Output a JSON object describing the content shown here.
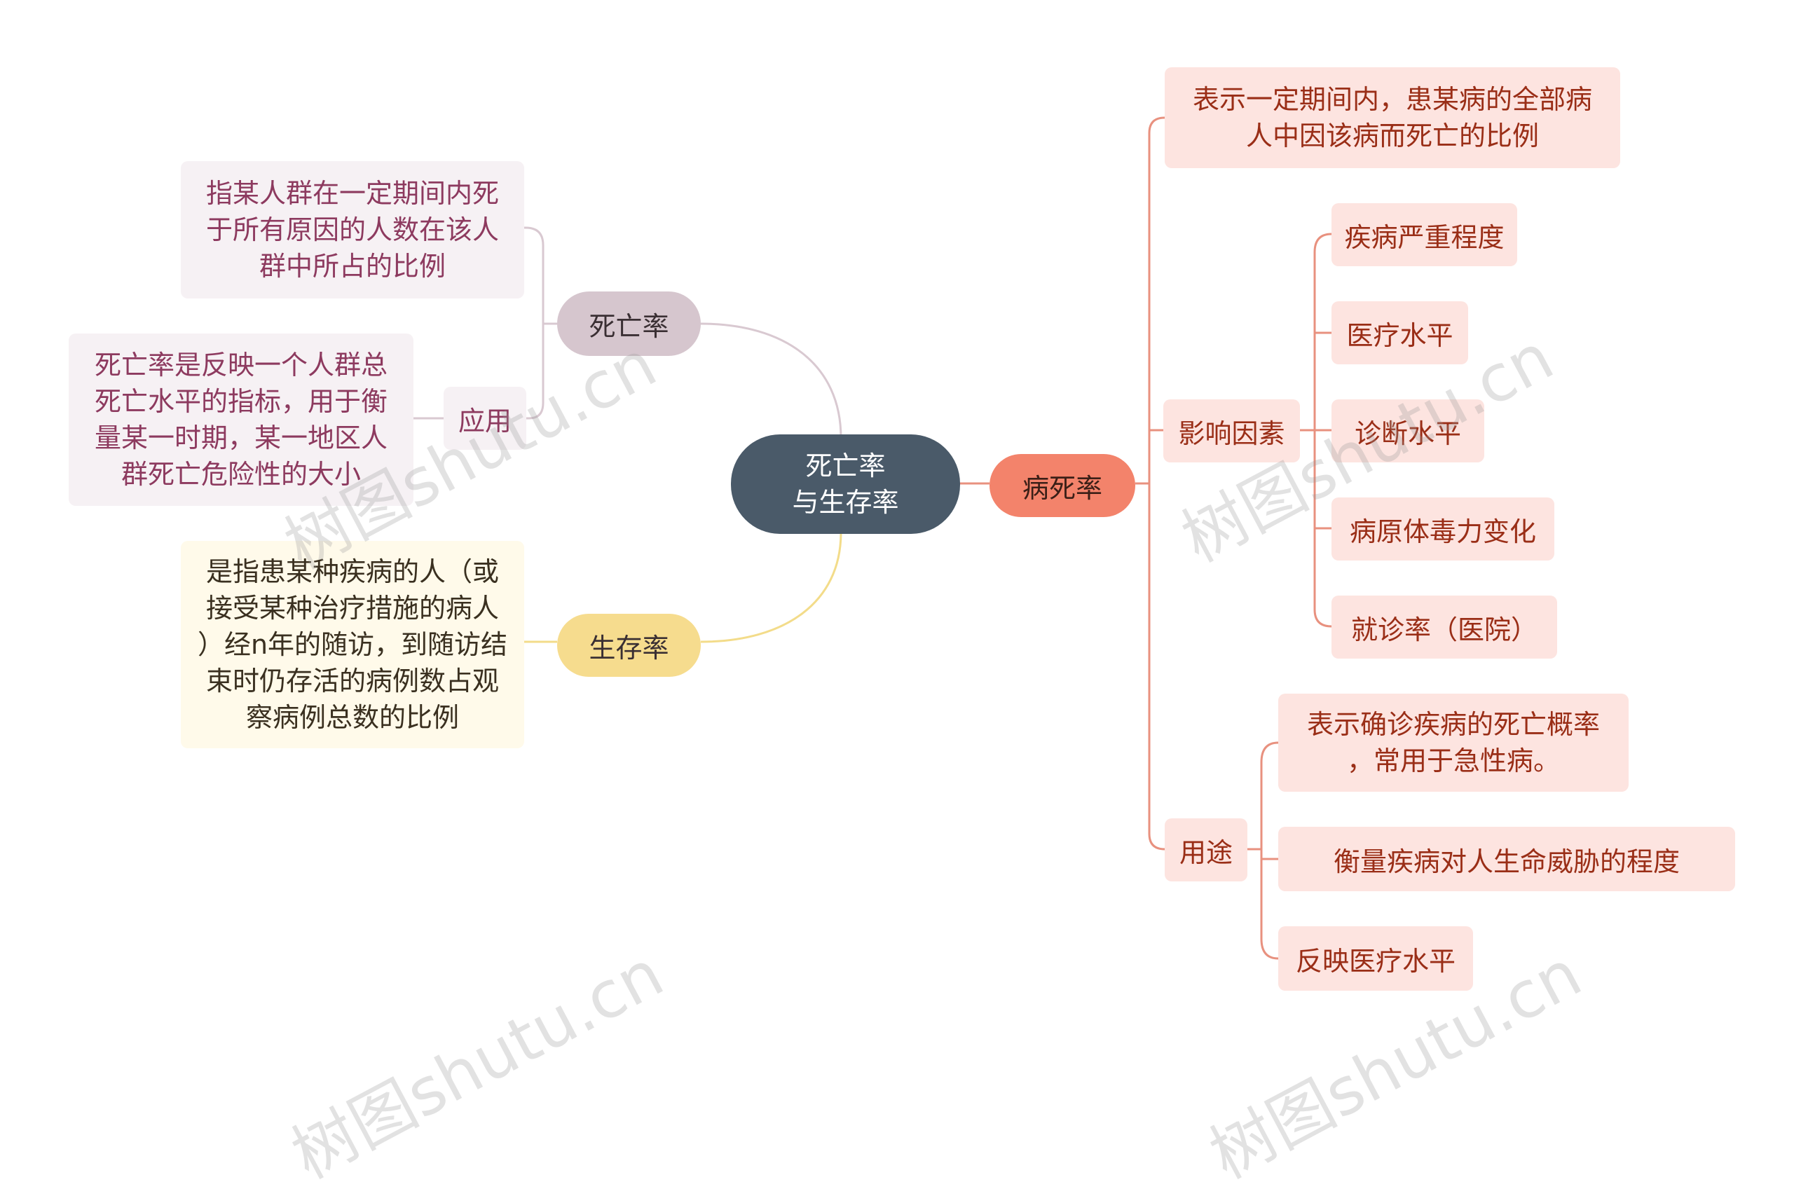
{
  "root": {
    "line1": "死亡率",
    "line2": "与生存率"
  },
  "mortality": {
    "label": "死亡率",
    "definition": "指某人群在一定期间内死\n于所有原因的人数在该人\n群中所占的比例",
    "application_label": "应用",
    "application_text": "死亡率是反映一个人群总\n死亡水平的指标，用于衡\n量某一时期，某一地区人\n群死亡危险性的大小"
  },
  "survival": {
    "label": "生存率",
    "definition": "是指患某种疾病的人（或\n接受某种治疗措施的病人\n）经n年的随访，到随访结\n束时仍存活的病例数占观\n察病例总数的比例"
  },
  "case_fatality": {
    "label": "病死率",
    "definition": "表示一定期间内，患某病的全部病\n人中因该病而死亡的比例",
    "factors_label": "影响因素",
    "factors": [
      "疾病严重程度",
      "医疗水平",
      "诊断水平",
      "病原体毒力变化",
      "就诊率（医院）"
    ],
    "uses_label": "用途",
    "uses": [
      "表示确诊疾病的死亡概率\n，常用于急性病。",
      "衡量疾病对人生命威胁的程度",
      "反映医疗水平"
    ]
  },
  "watermarks": [
    "树图shutu.cn",
    "树图shutu.cn",
    "树图shutu.cn",
    "树图shutu.cn"
  ],
  "colors": {
    "root": "#4a5a69",
    "mortality": "#d6c6ce",
    "survival": "#f6dc8e",
    "case_fatality": "#f3836b",
    "case_line": "#e8917f",
    "mortality_line": "#d6c6ce",
    "survival_line": "#f3dc8a"
  }
}
